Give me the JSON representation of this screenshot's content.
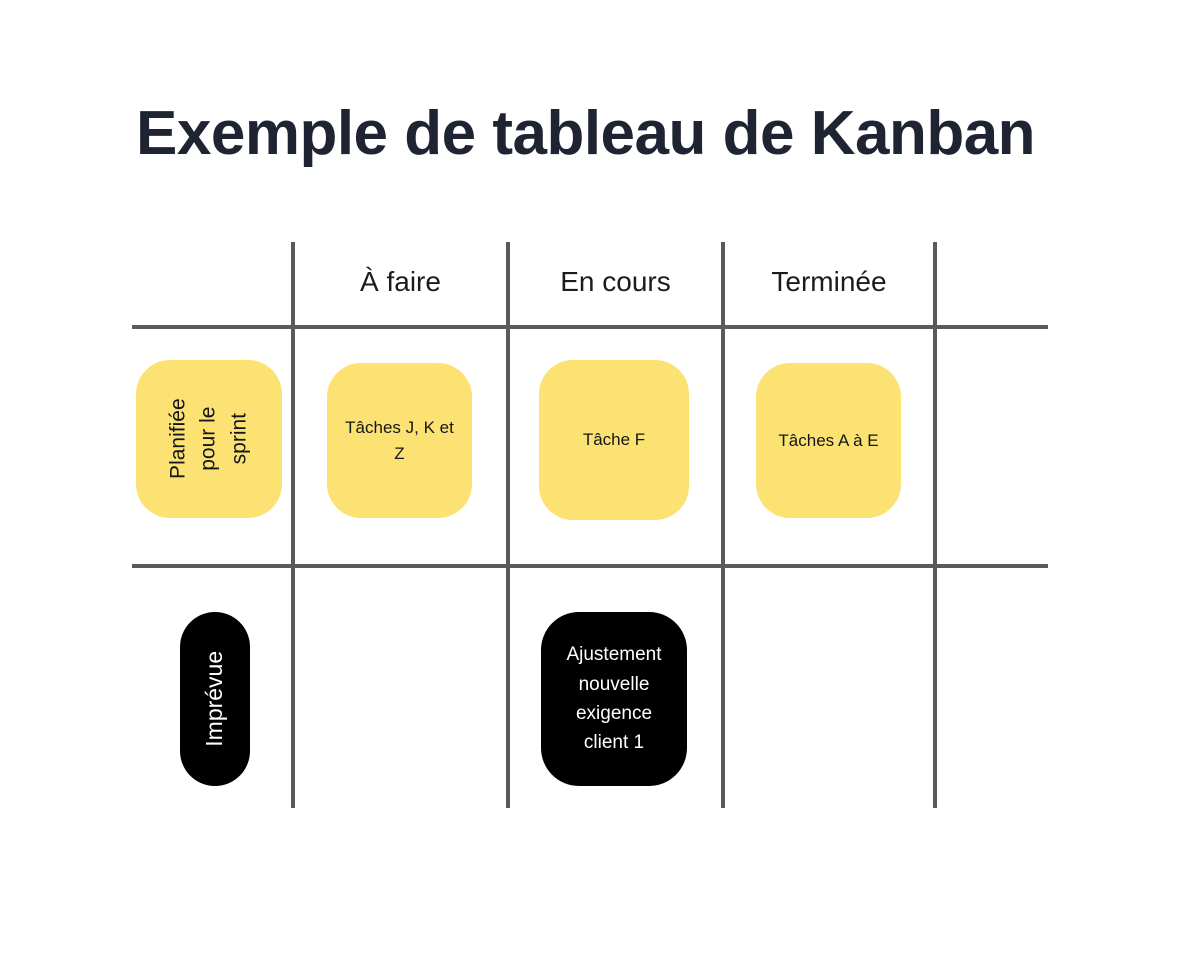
{
  "title": "Exemple de tableau de Kanban",
  "colors": {
    "title": "#1f2433",
    "card_yellow": "#fce272",
    "card_black": "#000000",
    "grid_line": "#5a5a5a",
    "background": "#ffffff",
    "text_dark": "#15161a",
    "text_light": "#ffffff"
  },
  "board": {
    "columns": [
      {
        "label": ""
      },
      {
        "label": "À faire"
      },
      {
        "label": "En cours"
      },
      {
        "label": "Terminée"
      },
      {
        "label": ""
      }
    ],
    "rows": [
      {
        "label": "Planifiée\npour le\nsprint",
        "style": "yellow"
      },
      {
        "label": "Imprévue",
        "style": "black"
      }
    ],
    "cards": [
      {
        "text": "Tâches J, K et Z",
        "row": "Planifiée pour le sprint",
        "column": "À faire",
        "style": "yellow"
      },
      {
        "text": "Tâche F",
        "row": "Planifiée pour le sprint",
        "column": "En cours",
        "style": "yellow"
      },
      {
        "text": "Tâches A à E",
        "row": "Planifiée pour le sprint",
        "column": "Terminée",
        "style": "yellow"
      },
      {
        "text": "Ajustement nouvelle exigence client 1",
        "row": "Imprévue",
        "column": "En cours",
        "style": "black"
      }
    ]
  }
}
